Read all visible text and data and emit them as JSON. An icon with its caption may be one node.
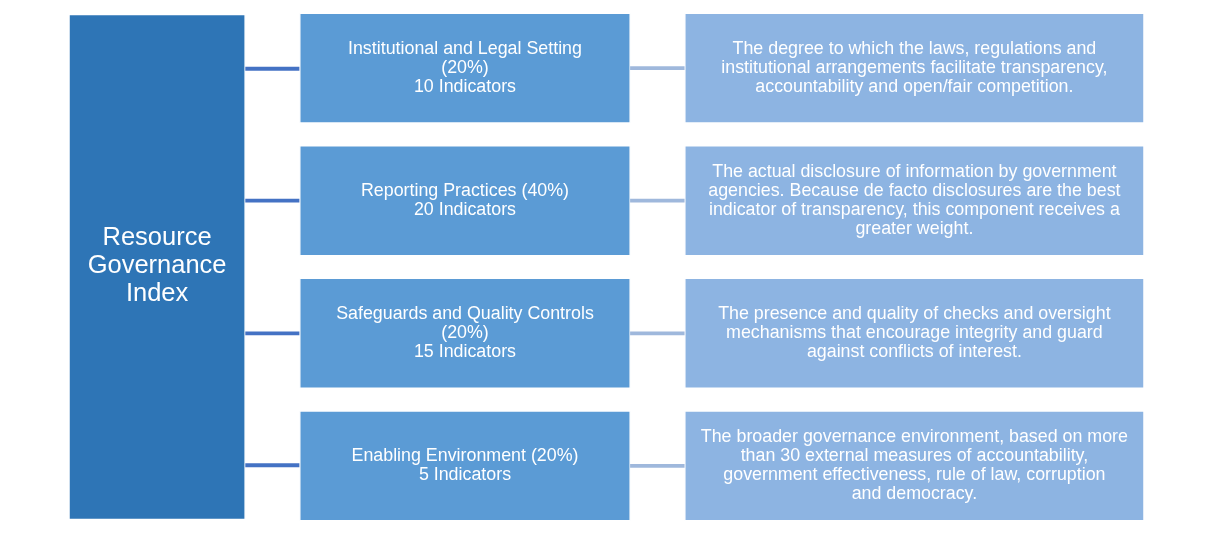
{
  "diagram": {
    "nodes": [
      {
        "text": [
          "Resource Governance Index"
        ]
      },
      {
        "text": [
          "Institutional and Legal Setting (20%)",
          "10 Indicators"
        ]
      },
      {
        "text": [
          "Reporting Practices (40%)",
          "20 Indicators"
        ]
      },
      {
        "text": [
          "Safeguards and Quality Controls (20%)",
          "15 Indicators"
        ]
      },
      {
        "text": [
          "Enabling Environment (20%)",
          "5 Indicators"
        ]
      },
      {
        "text": [
          "The degree to which the laws, regulations and institutional arrangements facilitate transparency, accountability and open/fair competition."
        ]
      },
      {
        "text": [
          "The actual disclosure of information by government agencies. Because de facto disclosures are the best indicator of transparency, this component receives a greater weight."
        ]
      },
      {
        "text": [
          "The presence and quality of checks and oversight mechanisms that encourage integrity and guard against conflicts of interest."
        ]
      },
      {
        "text": [
          "The broader governance environment, based on more than 30 external measures of accountability, government effectiveness, rule of law, corruption and democracy."
        ]
      }
    ],
    "edges": [
      {
        "from": 0,
        "to": 1,
        "arrow": "none"
      },
      {
        "from": 0,
        "to": 2,
        "arrow": "none"
      },
      {
        "from": 0,
        "to": 3,
        "arrow": "none"
      },
      {
        "from": 0,
        "to": 4,
        "arrow": "none"
      },
      {
        "from": 1,
        "to": 5,
        "arrow": "none",
        "color": "#9fb8dc"
      },
      {
        "from": 2,
        "to": 6,
        "arrow": "none",
        "color": "#9fb8dc"
      },
      {
        "from": 3,
        "to": 7,
        "arrow": "none",
        "color": "#9fb8dc"
      },
      {
        "from": 4,
        "to": 8,
        "arrow": "none",
        "color": "#9fb8dc"
      }
    ]
  }
}
